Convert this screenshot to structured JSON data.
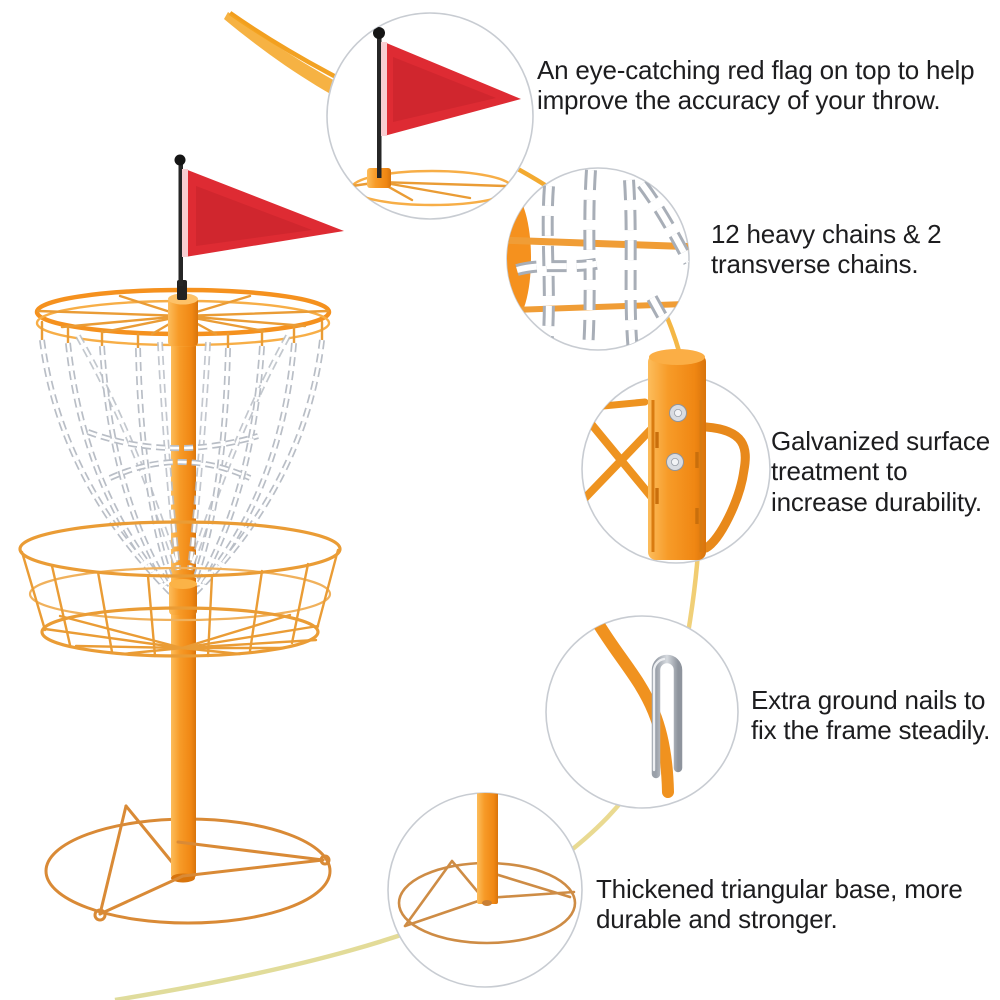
{
  "title": "disc golf basket feature infographic",
  "callouts": [
    {
      "icon": "red-flag-closeup",
      "text": "An eye-catching red flag on top to help improve the accuracy of your throw."
    },
    {
      "icon": "chains-closeup",
      "text": "12 heavy chains & 2 transverse chains."
    },
    {
      "icon": "galvanized-pole-closeup",
      "text": "Galvanized surface treatment to increase durability."
    },
    {
      "icon": "ground-nail-closeup",
      "text": "Extra ground nails to fix the frame steadily."
    },
    {
      "icon": "triangular-base-closeup",
      "text": "Thickened triangular base, more durable and stronger."
    }
  ],
  "colors": {
    "orange": "#F5911E",
    "orange_dark": "#DE7B10",
    "orange_light": "#FBB347",
    "wire": "#EA9C35",
    "red": "#DE2B33",
    "red_dark": "#C4222A",
    "chain": "#B9BEC6",
    "silver": "#C3C8CF",
    "circle_border": "#C8CCD2",
    "arc_start": "#F29E1D",
    "arc_end": "#DFDC9C",
    "text": "#1D1D1F",
    "background": "#FFFFFF"
  }
}
